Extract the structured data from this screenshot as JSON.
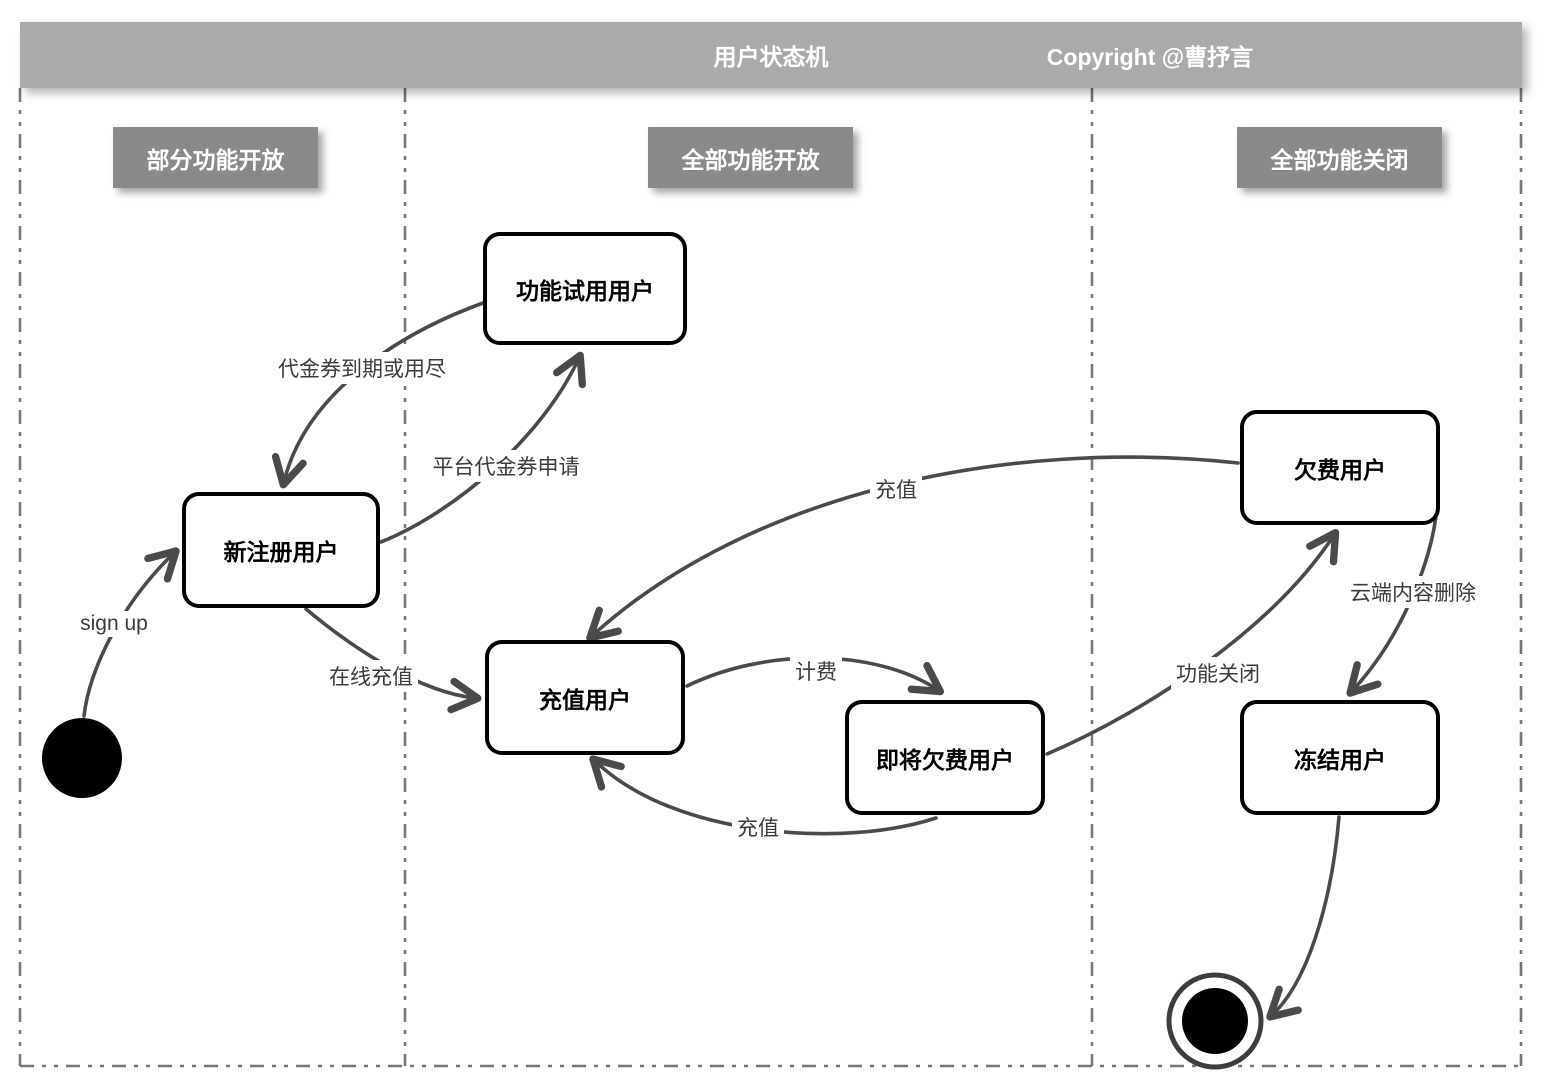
{
  "header": {
    "title": "用户状态机",
    "copyright": "Copyright @曹抒言"
  },
  "lanes": [
    {
      "label": "部分功能开放"
    },
    {
      "label": "全部功能开放"
    },
    {
      "label": "全部功能关闭"
    }
  ],
  "states": [
    {
      "id": "trial-user",
      "label": "功能试用用户"
    },
    {
      "id": "new-registered",
      "label": "新注册用户"
    },
    {
      "id": "recharged-user",
      "label": "充值用户"
    },
    {
      "id": "almost-arrears",
      "label": "即将欠费用户"
    },
    {
      "id": "arrears-user",
      "label": "欠费用户"
    },
    {
      "id": "frozen-user",
      "label": "冻结用户"
    }
  ],
  "transitions": [
    {
      "label": "sign up",
      "from": "start",
      "to": "new-registered"
    },
    {
      "label": "代金券到期或用尽",
      "from": "trial-user",
      "to": "new-registered"
    },
    {
      "label": "平台代金券申请",
      "from": "new-registered",
      "to": "trial-user"
    },
    {
      "label": "在线充值",
      "from": "new-registered",
      "to": "recharged-user"
    },
    {
      "label": "计费",
      "from": "recharged-user",
      "to": "almost-arrears"
    },
    {
      "label": "充值",
      "from": "almost-arrears",
      "to": "recharged-user"
    },
    {
      "label": "充值",
      "from": "arrears-user",
      "to": "recharged-user"
    },
    {
      "label": "功能关闭",
      "from": "almost-arrears",
      "to": "arrears-user"
    },
    {
      "label": "云端内容删除",
      "from": "arrears-user",
      "to": "frozen-user"
    },
    {
      "label": "",
      "from": "frozen-user",
      "to": "end"
    }
  ],
  "colors": {
    "header_bar": "#ababab",
    "lane_label_bg": "#8a8a8a",
    "state_border": "#000000",
    "state_fill": "#ffffff",
    "arrow": "#4a4a4a",
    "dashed_line": "#777777",
    "label_text": "#3b3b3b"
  }
}
